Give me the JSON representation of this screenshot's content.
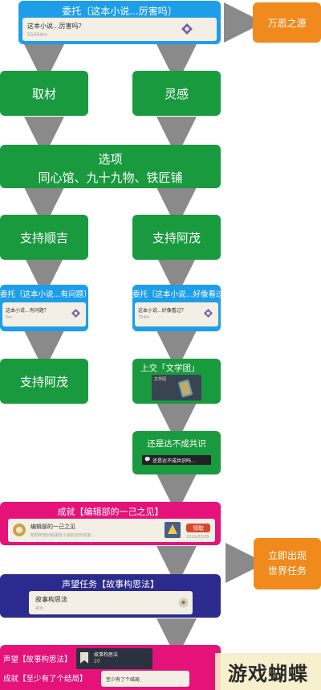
{
  "nodes": {
    "weituo_top": {
      "title": "委托〔这本小说...厉害吗〕",
      "card_title": "这本小说...厉害吗？",
      "card_sub": "55454m"
    },
    "wanezhiyuan": "万恶之源",
    "qucai": "取材",
    "linggan": "灵感",
    "xuanxiang": {
      "line1": "选项",
      "line2": "同心馆、九十九物、铁匠铺"
    },
    "zhichi_shunji": "支持顺吉",
    "zhichi_amao_1": "支持阿茂",
    "weituo_left": {
      "title": "委托〔这本小说...有问题〕",
      "card_title": "这本小说...有问题？",
      "card_sub": "5m"
    },
    "weituo_right": {
      "title": "委托〔这本小说...好像看过〕",
      "card_title": "这本小说...好像看过？",
      "card_sub": "754m"
    },
    "zhichi_amao_2": "支持阿茂",
    "shangjiao": {
      "title": "上交「文学团」",
      "item_label": "文学团"
    },
    "haishi": {
      "title": "还是达不成共识",
      "bubble": "还是达不成共识吗..."
    },
    "chengjiu": {
      "title": "成就【编辑部的一己之见】",
      "card_title": "编辑部的一己之见",
      "card_sub": "帮助阿茂对稻妻轻小说的创作说道...",
      "button": "领取",
      "date": "2022/03/05"
    },
    "liji": {
      "line1": "立即出现",
      "line2": "世界任务"
    },
    "shengwang": {
      "title": "声望任务【故事构思法】",
      "card_title": "故事构思法",
      "card_sub": "4m"
    },
    "bottom": {
      "line1": "声望【故事构思法】",
      "line2": "成就【至少有了个结局】",
      "card1": "故事构思法",
      "card2": "至少有了个结局",
      "reward": "20"
    }
  },
  "watermark": "游戏蝴蝶",
  "colors": {
    "green": "#1a9a3f",
    "blue": "#1e9ee8",
    "orange": "#f08a1c",
    "magenta": "#e5127a",
    "navy": "#2b2a8f",
    "arrow": "#8a8a8a"
  }
}
